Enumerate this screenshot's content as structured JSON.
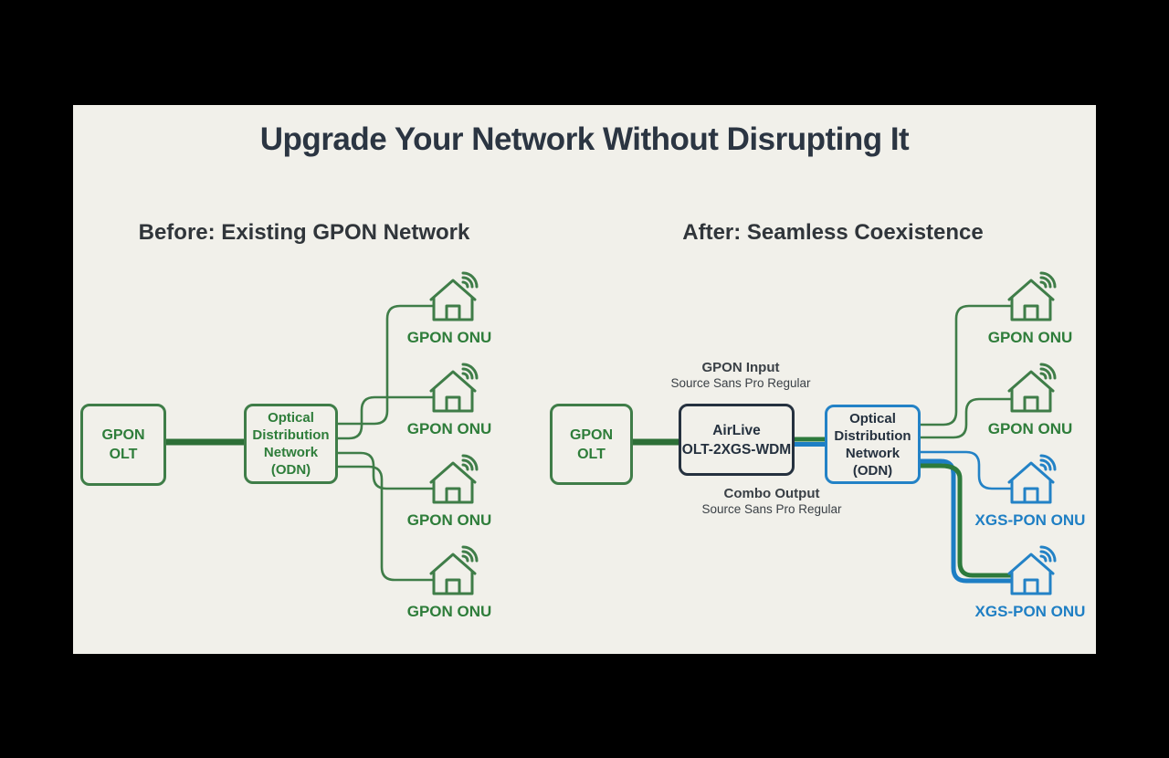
{
  "title": "Upgrade Your Network Without Disrupting It",
  "colors": {
    "background": "#f1f0ea",
    "gpon_green": "#3f7d48",
    "gpon_green_dark": "#2d6f37",
    "xgs_blue": "#2382c6",
    "xgs_blue_dark": "#1d7ec4",
    "dark_navy": "#2b3542"
  },
  "before": {
    "heading": "Before: Existing GPON Network",
    "olt_box": "GPON\nOLT",
    "odn_box": "Optical\nDistribution\nNetwork\n(ODN)",
    "onu_labels": [
      "GPON ONU",
      "GPON ONU",
      "GPON ONU",
      "GPON ONU"
    ]
  },
  "after": {
    "heading": "After: Seamless Coexistence",
    "olt_box": "GPON\nOLT",
    "wdm_box": "AirLive\nOLT-2XGS-WDM",
    "odn_box": "Optical\nDistribution\nNetwork\n(ODN)",
    "gpon_input_label": "GPON Input",
    "gpon_input_sub": "Source Sans Pro Regular",
    "combo_output_label": "Combo Output",
    "combo_output_sub": "Source Sans Pro Regular",
    "onu_labels": [
      "GPON ONU",
      "GPON ONU",
      "XGS-PON ONU",
      "XGS-PON ONU"
    ]
  }
}
